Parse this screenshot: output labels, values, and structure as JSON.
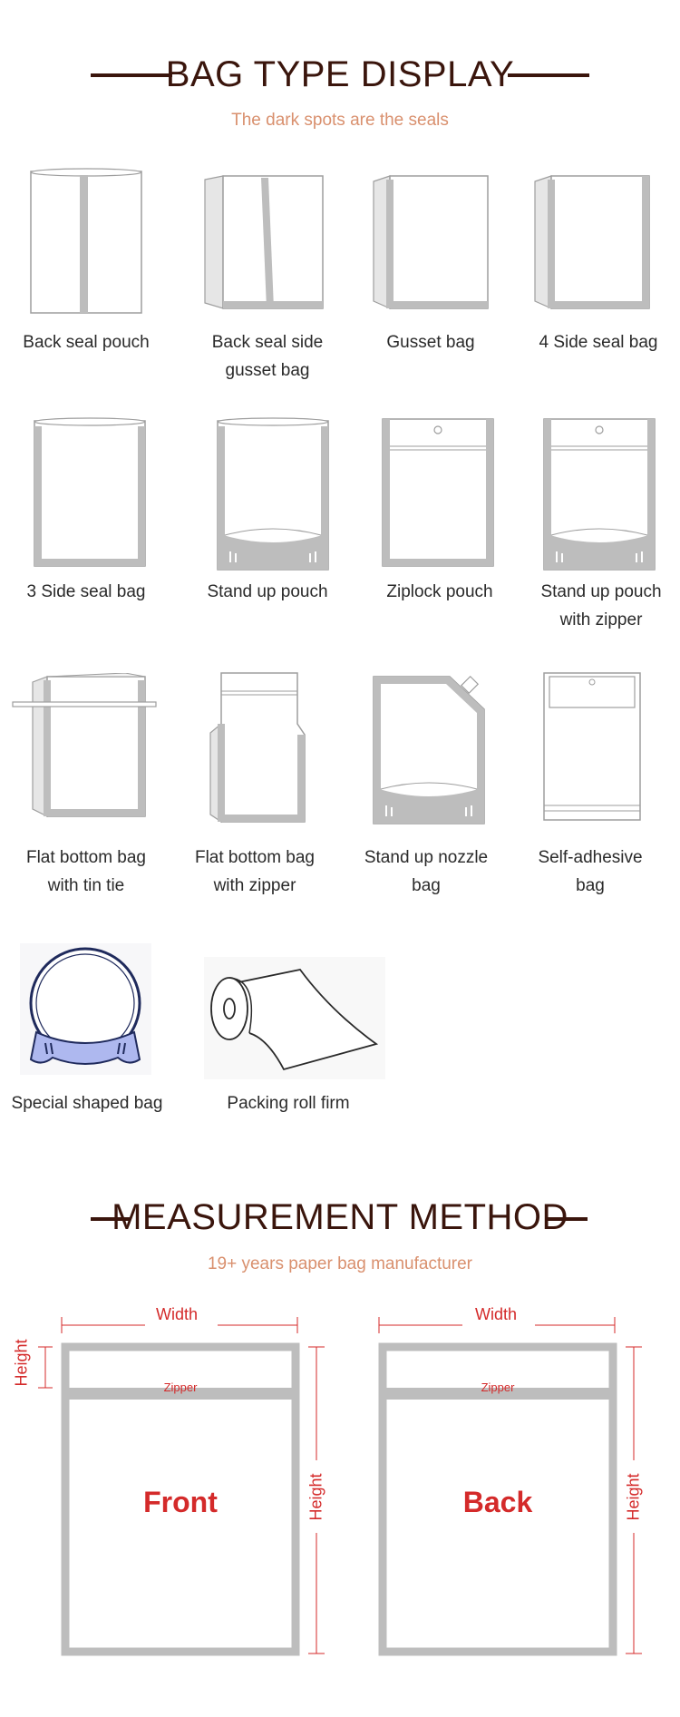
{
  "section1": {
    "title": "BAG TYPE DISPLAY",
    "subtitle": "The dark spots are the seals"
  },
  "bags": [
    {
      "name": "back-seal-pouch",
      "line1": "Back seal pouch",
      "line2": ""
    },
    {
      "name": "back-seal-side-gusset-bag",
      "line1": "Back seal side",
      "line2": "gusset bag"
    },
    {
      "name": "gusset-bag",
      "line1": "Gusset bag",
      "line2": ""
    },
    {
      "name": "4-side-seal-bag",
      "line1": "4 Side seal bag",
      "line2": ""
    },
    {
      "name": "3-side-seal-bag",
      "line1": "3 Side seal bag",
      "line2": ""
    },
    {
      "name": "stand-up-pouch",
      "line1": "Stand up pouch",
      "line2": ""
    },
    {
      "name": "ziplock-pouch",
      "line1": "Ziplock pouch",
      "line2": ""
    },
    {
      "name": "stand-up-pouch-with-zipper",
      "line1": "Stand up pouch",
      "line2": "with zipper"
    },
    {
      "name": "flat-bottom-bag-with-tin-tie",
      "line1": "Flat bottom bag",
      "line2": "with tin tie"
    },
    {
      "name": "flat-bottom-bag-with-zipper",
      "line1": "Flat bottom bag",
      "line2": "with zipper"
    },
    {
      "name": "stand-up-nozzle-bag",
      "line1": "Stand up nozzle",
      "line2": "bag"
    },
    {
      "name": "self-adhesive-bag",
      "line1": "Self-adhesive",
      "line2": "bag"
    },
    {
      "name": "special-shaped-bag",
      "line1": "Special shaped bag",
      "line2": ""
    },
    {
      "name": "packing-roll-film",
      "line1": "Packing roll firm",
      "line2": ""
    }
  ],
  "section2": {
    "title": "MEASUREMENT METHOD",
    "subtitle": "19+ years paper bag manufacturer"
  },
  "diagrams": {
    "front": {
      "width_label": "Width",
      "height_label": "Height",
      "side_height_label": "Height",
      "zipper_label": "Zipper",
      "face_label": "Front"
    },
    "back": {
      "width_label": "Width",
      "height_label": "Height",
      "zipper_label": "Zipper",
      "face_label": "Back"
    }
  },
  "colors": {
    "title": "#3a150c",
    "subtitle": "#d9906e",
    "measure": "#d42a2a",
    "seal": "#bdbdbd"
  }
}
